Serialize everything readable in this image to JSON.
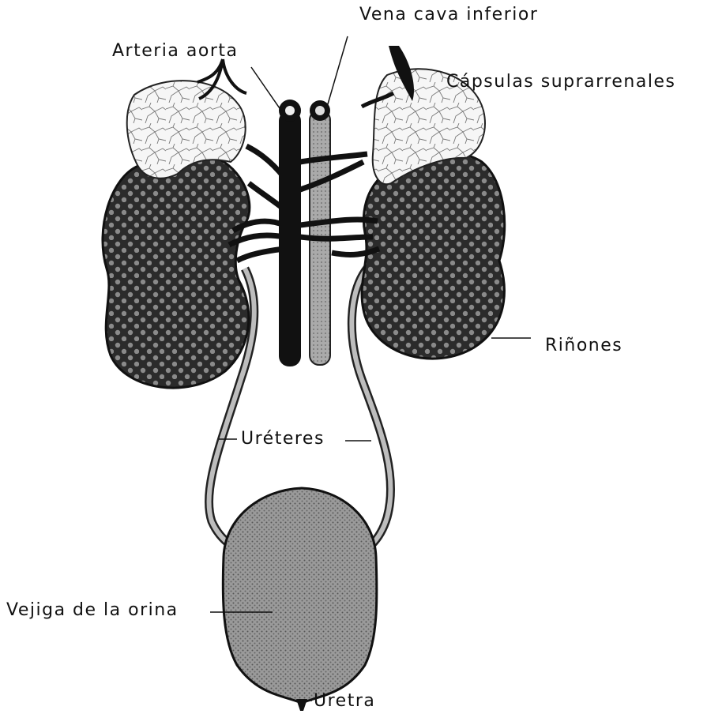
{
  "diagram": {
    "labels": {
      "aorta": "Arteria aorta",
      "vena_cava": "Vena cava inferior",
      "adrenals": "Cápsulas suprarrenales",
      "kidneys": "Riñones",
      "ureters": "Uréteres",
      "bladder": "Vejiga de la orina",
      "urethra": "Uretra"
    },
    "colors": {
      "ink": "#111111",
      "kidney_fill": "#2e2e2e",
      "kidney_spot": "#8a8a8a",
      "adrenal_fill": "#f4f4f4",
      "vena_fill": "#9b9b9b",
      "bladder_fill": "#8c8c8c",
      "ureter_fill": "#b5b5b5"
    }
  }
}
